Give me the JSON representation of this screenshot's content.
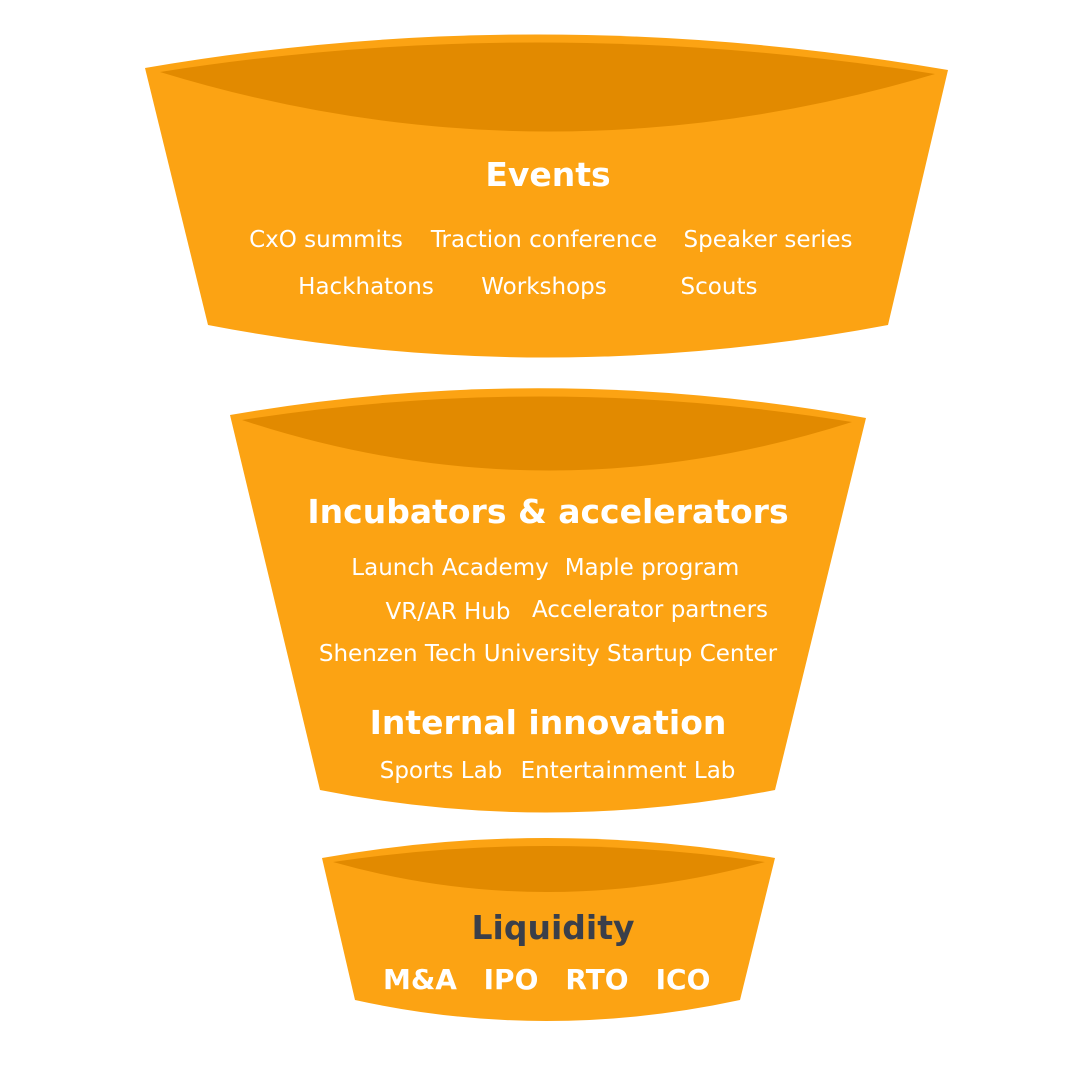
{
  "colors": {
    "funnel_body": "#fca313",
    "funnel_rim": "#e28a00",
    "text_light": "#ffffff",
    "text_dark": "#3a3f4a"
  },
  "stages": {
    "events": {
      "title": "Events",
      "items": [
        "CxO summits",
        "Traction conference",
        "Speaker series",
        "Hackhatons",
        "Workshops",
        "Scouts"
      ]
    },
    "incubators": {
      "title": "Incubators & accelerators",
      "items": [
        "Launch Academy",
        "Maple program",
        "VR/AR Hub",
        "Accelerator partners",
        "Shenzen Tech University Startup Center"
      ]
    },
    "internal": {
      "title": "Internal innovation",
      "items": [
        "Sports Lab",
        "Entertainment Lab"
      ]
    },
    "liquidity": {
      "title": "Liquidity",
      "items": [
        "M&A",
        "IPO",
        "RTO",
        "ICO"
      ]
    }
  }
}
